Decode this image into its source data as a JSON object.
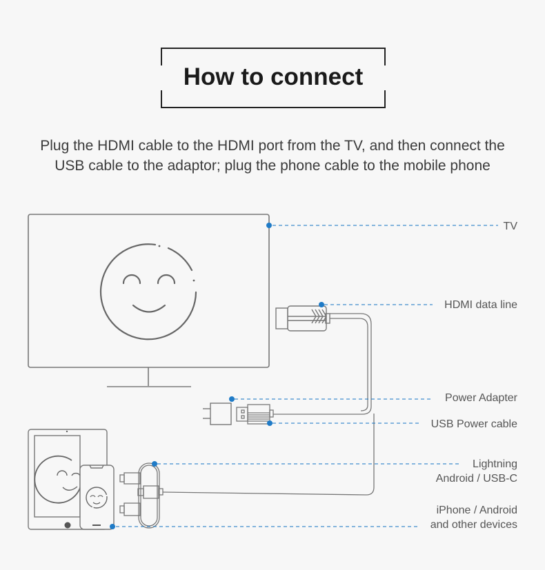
{
  "header": {
    "title": "How to connect",
    "instructions_line1": "Plug the HDMI cable to the HDMI port from the TV, and then connect the",
    "instructions_line2": "USB cable to the adaptor; plug the phone cable to the mobile phone"
  },
  "diagram": {
    "accent_color": "#1f7bc7",
    "line_color": "#777777",
    "labels": {
      "tv": "TV",
      "hdmi": "HDMI data line",
      "power_adapter": "Power Adapter",
      "usb_power": "USB Power cable",
      "connectors_line1": "Lightning",
      "connectors_line2": "Android /  USB-C",
      "devices_line1": "iPhone / Android",
      "devices_line2": "and other devices"
    },
    "components": [
      "tv-monitor",
      "hdmi-plug",
      "power-adapter",
      "usb-plug",
      "three-in-one-connector",
      "tablet",
      "smartphone"
    ]
  }
}
